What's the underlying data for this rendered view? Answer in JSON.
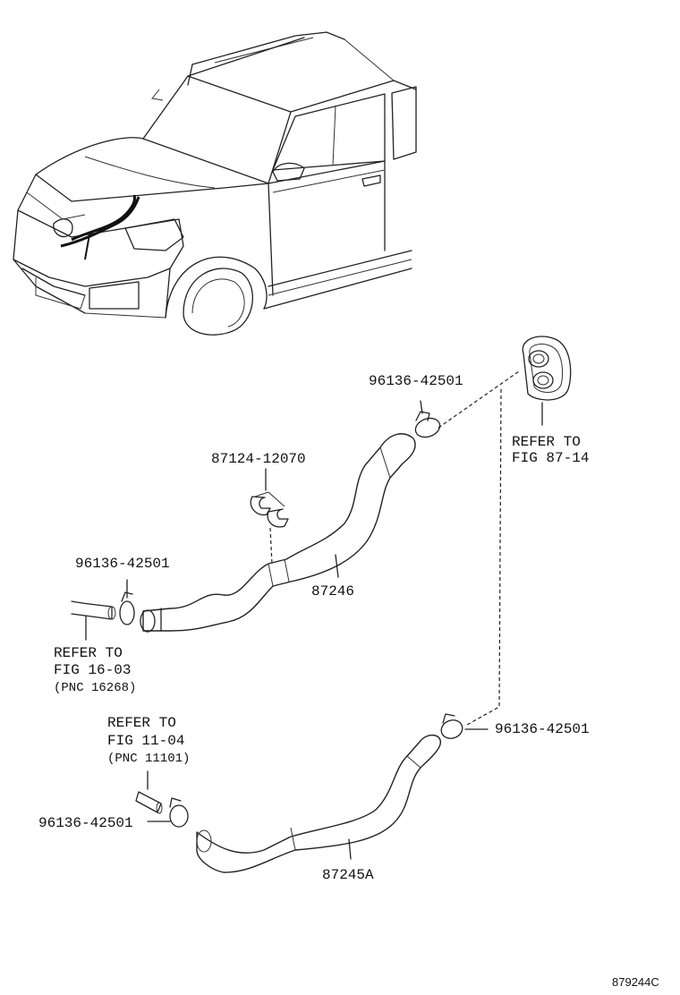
{
  "labels": {
    "clamp_top": "96136-42501",
    "refer_grommet_l1": "REFER TO",
    "refer_grommet_l2": "FIG 87-14",
    "clip": "87124-12070",
    "clamp_left": "96136-42501",
    "hose_upper": "87246",
    "refer_left_l1": "REFER TO",
    "refer_left_l2": "FIG 16-03",
    "refer_left_l3": "(PNC 16268)",
    "refer_lower_l1": "REFER TO",
    "refer_lower_l2": "FIG 11-04",
    "refer_lower_l3": "(PNC 11101)",
    "clamp_right": "96136-42501",
    "clamp_lower_left": "96136-42501",
    "hose_lower": "87245A"
  },
  "figure_id": "879244C"
}
